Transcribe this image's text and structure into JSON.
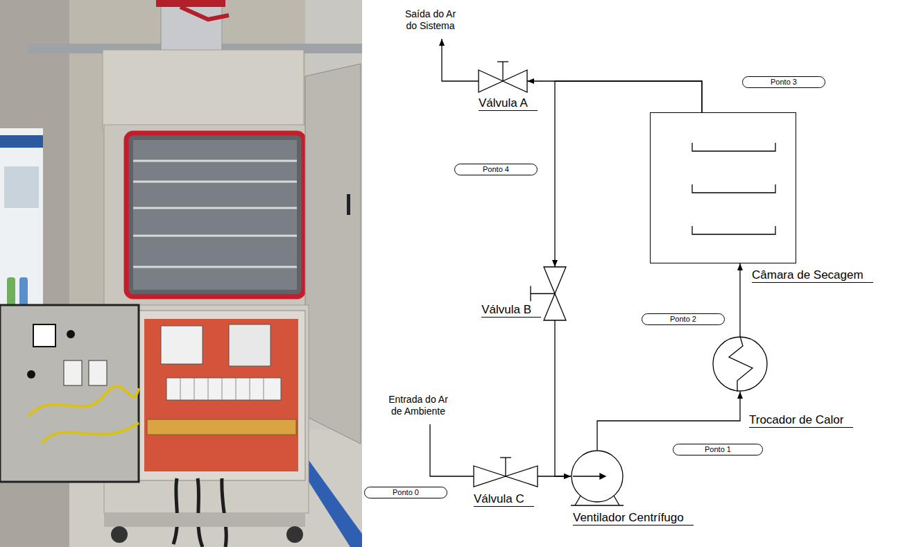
{
  "diagram": {
    "nodes": [
      {
        "text": [
          "Válvula A"
        ]
      },
      {
        "text": [
          "Ponto 3"
        ]
      },
      {
        "text": [
          "Ponto 4"
        ]
      },
      {
        "text": [
          "Câmara de Secagem"
        ]
      },
      {
        "text": [
          "Válvula B"
        ]
      },
      {
        "text": [
          "Ponto 2"
        ]
      },
      {
        "text": [
          "Trocador de Calor"
        ]
      },
      {
        "text": [
          "Ponto 1"
        ]
      },
      {
        "text": [
          "Ponto 0"
        ]
      },
      {
        "text": [
          "Válvula C"
        ]
      },
      {
        "text": [
          "Ventilador Centrífugo"
        ]
      }
    ],
    "edges": [
      {
        "from": 9,
        "to": 10,
        "arrow": "to"
      },
      {
        "from": 4,
        "to": 10,
        "arrow": "to"
      },
      {
        "from": 10,
        "to": 6,
        "arrow": "to"
      },
      {
        "from": 6,
        "to": 3,
        "arrow": "to"
      },
      {
        "from": 3,
        "to": 0,
        "arrow": "to"
      },
      {
        "from": 3,
        "to": 4,
        "arrow": "to"
      }
    ],
    "labels": [
      "Saída do Ar do Sistema",
      "Entrada do Ar de Ambiente"
    ]
  }
}
